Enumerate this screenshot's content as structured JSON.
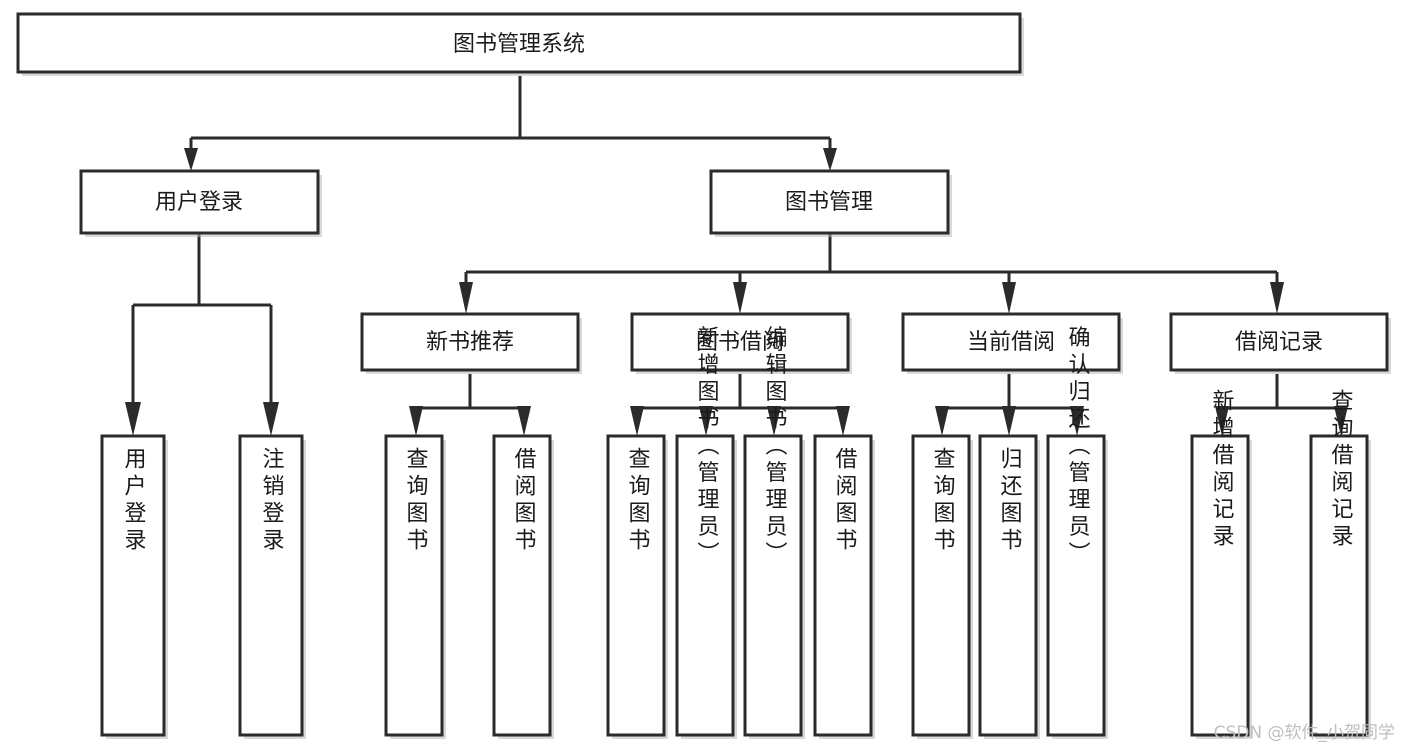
{
  "diagram": {
    "type": "tree-hierarchy",
    "title_node": "图书管理系统",
    "orientation": "top-down",
    "colors": {
      "background": "#ffffff",
      "box_fill": "#ffffff",
      "box_stroke": "#2b2b2b",
      "text": "#1b1b1b",
      "watermark": "#bfbfbf"
    },
    "levels": {
      "root_label": "图书管理系统",
      "level2": [
        {
          "id": "user-login",
          "label": "用户登录"
        },
        {
          "id": "book-management",
          "label": "图书管理"
        }
      ],
      "level3": [
        {
          "id": "new-book-recommend",
          "label": "新书推荐"
        },
        {
          "id": "book-borrow",
          "label": "图书借阅"
        },
        {
          "id": "current-borrow",
          "label": "当前借阅"
        },
        {
          "id": "borrow-record",
          "label": "借阅记录"
        }
      ]
    },
    "groups": [
      {
        "id": "user-login-leaves",
        "parent": "用户登录",
        "leaves": [
          {
            "id": "leaf-user-login",
            "label": "用户登录"
          },
          {
            "id": "leaf-logout-login",
            "label": "注销登录"
          }
        ]
      },
      {
        "id": "new-book-recommend-leaves",
        "parent": "新书推荐",
        "leaves": [
          {
            "id": "leaf-query-book-1",
            "label": "查询图书"
          },
          {
            "id": "leaf-borrow-book-1",
            "label": "借阅图书"
          }
        ]
      },
      {
        "id": "book-borrow-leaves",
        "parent": "图书借阅",
        "leaves": [
          {
            "id": "leaf-query-book-2",
            "label": "查询图书"
          },
          {
            "id": "leaf-add-book-admin",
            "label": "新增图书（管理员）"
          },
          {
            "id": "leaf-edit-book-admin",
            "label": "编辑图书（管理员）"
          },
          {
            "id": "leaf-borrow-book-2",
            "label": "借阅图书"
          }
        ]
      },
      {
        "id": "current-borrow-leaves",
        "parent": "当前借阅",
        "leaves": [
          {
            "id": "leaf-query-book-3",
            "label": "查询图书"
          },
          {
            "id": "leaf-return-book",
            "label": "归还图书"
          },
          {
            "id": "leaf-confirm-return-admin",
            "label": "确认归还（管理员）"
          }
        ]
      },
      {
        "id": "borrow-record-leaves",
        "parent": "借阅记录",
        "leaves": [
          {
            "id": "leaf-add-borrow-record",
            "label": "新增借阅记录"
          },
          {
            "id": "leaf-query-borrow-record",
            "label": "查询借阅记录"
          }
        ]
      }
    ]
  },
  "watermark": {
    "text": "CSDN @软件_小贺同学"
  }
}
